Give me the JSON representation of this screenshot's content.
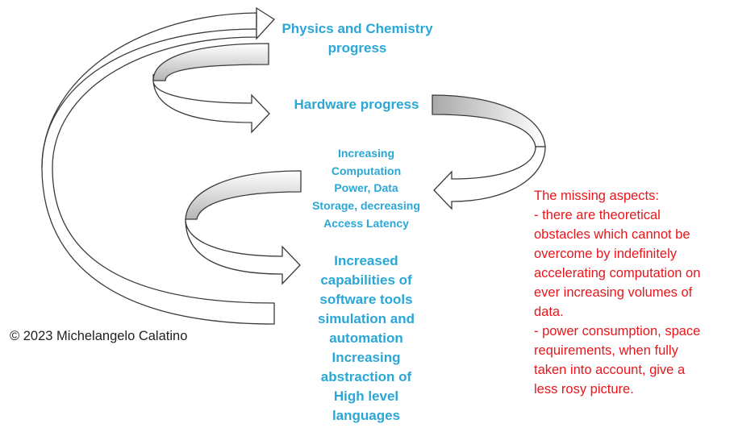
{
  "diagram": {
    "nodes": {
      "physics": [
        "Physics and Chemistry",
        "progress"
      ],
      "hardware": "Hardware progress",
      "computation": [
        "Increasing",
        "Computation",
        "Power, Data",
        "Storage, decreasing",
        "Access Latency"
      ],
      "software": [
        "Increased",
        "capabilities of",
        "software tools",
        "simulation and",
        "automation",
        "Increasing",
        "abstraction of",
        "High level",
        "languages"
      ]
    },
    "copyright": "© 2023 Michelangelo Calatino",
    "missing_aspects": [
      "The missing aspects:",
      "- there are theoretical",
      "obstacles which cannot be",
      "overcome by indefinitely",
      "accelerating computation on",
      "ever increasing volumes of",
      "data.",
      "- power consumption, space",
      "requirements, when fully",
      "taken into account, give a",
      "less rosy picture."
    ],
    "colors": {
      "node_text": "#2aa7d6",
      "missing_text": "#e8161c",
      "copyright_text": "#222222",
      "arrow_fill": "#ffffff",
      "arrow_stroke": "#3a3a3a",
      "arrow_shade": "#bdbdbd"
    }
  }
}
